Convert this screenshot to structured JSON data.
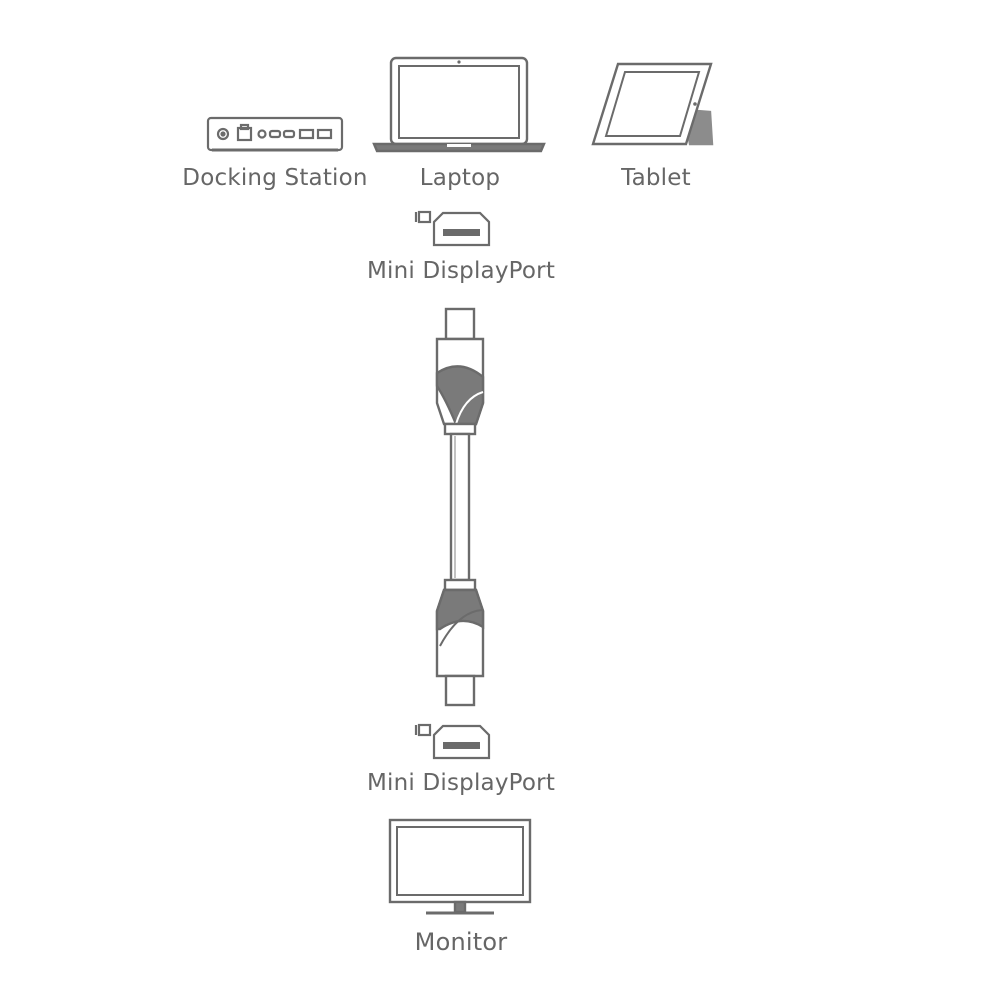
{
  "devices": {
    "docking_station": "Docking Station",
    "laptop": "Laptop",
    "tablet": "Tablet"
  },
  "connectors": {
    "top": "Mini DisplayPort",
    "bottom": "Mini DisplayPort"
  },
  "display": {
    "monitor": "Monitor"
  },
  "colors": {
    "stroke": "#6b6b6b",
    "fill_dark": "#707070",
    "fill_mid": "#8a8a8a"
  }
}
